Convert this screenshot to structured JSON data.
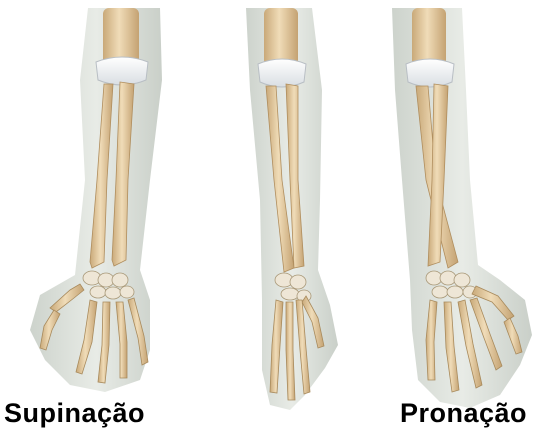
{
  "captions": {
    "left": "Supinação",
    "right": "Pronação"
  },
  "colors": {
    "background": "#ffffff",
    "skin": "#d7dcd6",
    "skin_shadow": "#b9c0b8",
    "bone": "#e7cfa8",
    "bone_shadow": "#c8a878",
    "cartilage": "#f3f5f7",
    "caption_text": "#000000"
  },
  "figures": [
    {
      "name": "arm-supination",
      "pose": "supination"
    },
    {
      "name": "arm-neutral",
      "pose": "neutral"
    },
    {
      "name": "arm-pronation",
      "pose": "pronation"
    }
  ]
}
